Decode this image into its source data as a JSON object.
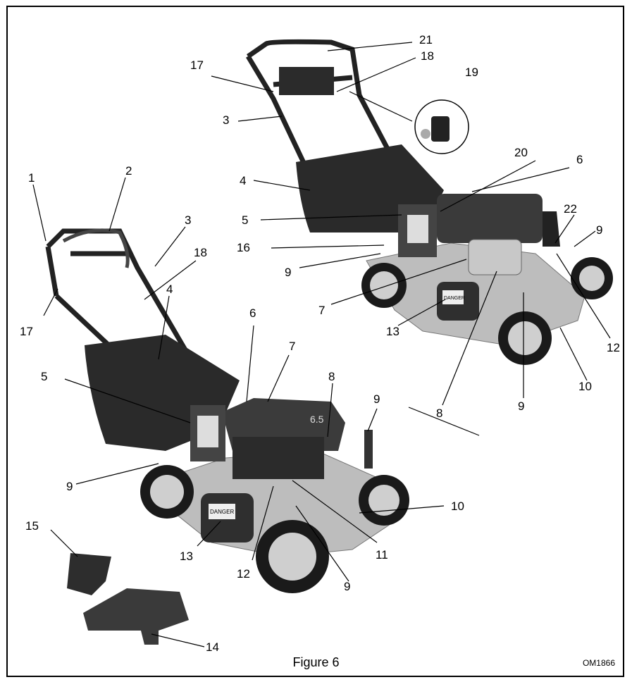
{
  "figure": {
    "caption": "Figure 6",
    "code": "OM1866"
  },
  "callouts": [
    "1",
    "2",
    "3",
    "4",
    "5",
    "6",
    "7",
    "8",
    "9",
    "10",
    "11",
    "12",
    "13",
    "14",
    "15",
    "16",
    "17",
    "18",
    "19",
    "20",
    "21",
    "22"
  ],
  "decals": {
    "danger": "DANGER",
    "engine_badge": "6.5"
  },
  "colors": {
    "line": "#000000",
    "bag": "#2a2a2a",
    "deck": "#b9b9b9",
    "wheel": "#cfcfcf",
    "engine": "#3b3b3b"
  }
}
